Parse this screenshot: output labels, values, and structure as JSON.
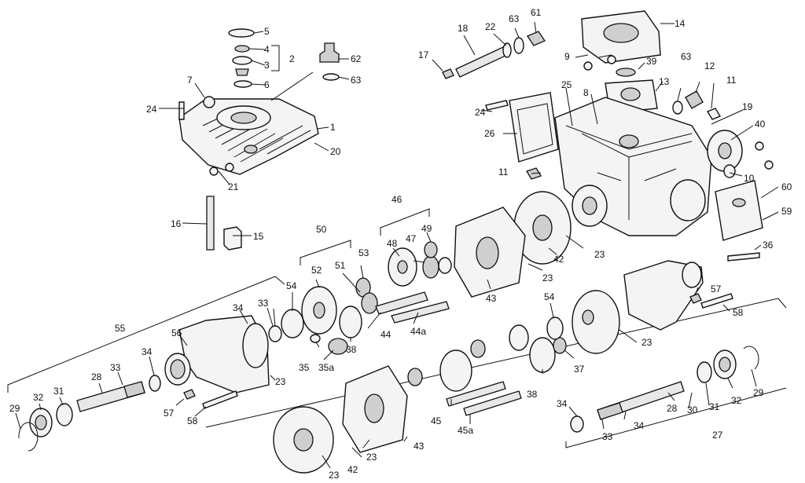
{
  "labels": [
    {
      "key": "l5",
      "text": "5"
    },
    {
      "key": "l4",
      "text": "4"
    },
    {
      "key": "l3",
      "text": "3"
    },
    {
      "key": "l2",
      "text": "2"
    },
    {
      "key": "l6",
      "text": "6"
    },
    {
      "key": "l7",
      "text": "7"
    },
    {
      "key": "l24a",
      "text": "24"
    },
    {
      "key": "l1",
      "text": "1"
    },
    {
      "key": "l20",
      "text": "20"
    },
    {
      "key": "l21",
      "text": "21"
    },
    {
      "key": "l62",
      "text": "62"
    },
    {
      "key": "l63a",
      "text": "63"
    },
    {
      "key": "l16",
      "text": "16"
    },
    {
      "key": "l15",
      "text": "15"
    },
    {
      "key": "l17",
      "text": "17"
    },
    {
      "key": "l18",
      "text": "18"
    },
    {
      "key": "l22",
      "text": "22"
    },
    {
      "key": "l63b",
      "text": "63"
    },
    {
      "key": "l61",
      "text": "61"
    },
    {
      "key": "l14",
      "text": "14"
    },
    {
      "key": "l9",
      "text": "9"
    },
    {
      "key": "l39",
      "text": "39"
    },
    {
      "key": "l63c",
      "text": "63"
    },
    {
      "key": "l12",
      "text": "12"
    },
    {
      "key": "l13",
      "text": "13"
    },
    {
      "key": "l25",
      "text": "25"
    },
    {
      "key": "l8",
      "text": "8"
    },
    {
      "key": "l11a",
      "text": "11"
    },
    {
      "key": "l24b",
      "text": "24"
    },
    {
      "key": "l26",
      "text": "26"
    },
    {
      "key": "l19",
      "text": "19"
    },
    {
      "key": "l40",
      "text": "40"
    },
    {
      "key": "l11b",
      "text": "11"
    },
    {
      "key": "l10",
      "text": "10"
    },
    {
      "key": "l60",
      "text": "60"
    },
    {
      "key": "l59",
      "text": "59"
    },
    {
      "key": "l36",
      "text": "36"
    },
    {
      "key": "l46",
      "text": "46"
    },
    {
      "key": "l49",
      "text": "49"
    },
    {
      "key": "l48",
      "text": "48"
    },
    {
      "key": "l47",
      "text": "47"
    },
    {
      "key": "l50",
      "text": "50"
    },
    {
      "key": "l53",
      "text": "53"
    },
    {
      "key": "l52",
      "text": "52"
    },
    {
      "key": "l51",
      "text": "51"
    },
    {
      "key": "l54a",
      "text": "54"
    },
    {
      "key": "l23a",
      "text": "23"
    },
    {
      "key": "l42a",
      "text": "42"
    },
    {
      "key": "l23b",
      "text": "23"
    },
    {
      "key": "l43a",
      "text": "43"
    },
    {
      "key": "l44",
      "text": "44"
    },
    {
      "key": "l44a",
      "text": "44a"
    },
    {
      "key": "l55",
      "text": "55"
    },
    {
      "key": "l34a",
      "text": "34"
    },
    {
      "key": "l33a",
      "text": "33"
    },
    {
      "key": "l38a",
      "text": "38"
    },
    {
      "key": "l35",
      "text": "35"
    },
    {
      "key": "l35a",
      "text": "35a"
    },
    {
      "key": "l56",
      "text": "56"
    },
    {
      "key": "l34b",
      "text": "34"
    },
    {
      "key": "l23c",
      "text": "23"
    },
    {
      "key": "l28a",
      "text": "28"
    },
    {
      "key": "l33b",
      "text": "33"
    },
    {
      "key": "l31a",
      "text": "31"
    },
    {
      "key": "l32a",
      "text": "32"
    },
    {
      "key": "l29a",
      "text": "29"
    },
    {
      "key": "l57a",
      "text": "57"
    },
    {
      "key": "l58a",
      "text": "58"
    },
    {
      "key": "l54b",
      "text": "54"
    },
    {
      "key": "l57b",
      "text": "57"
    },
    {
      "key": "l58b",
      "text": "58"
    },
    {
      "key": "l23d",
      "text": "23"
    },
    {
      "key": "l37",
      "text": "37"
    },
    {
      "key": "l38b",
      "text": "38"
    },
    {
      "key": "l45",
      "text": "45"
    },
    {
      "key": "l45a",
      "text": "45a"
    },
    {
      "key": "l43b",
      "text": "43"
    },
    {
      "key": "l23e",
      "text": "23"
    },
    {
      "key": "l42b",
      "text": "42"
    },
    {
      "key": "l23f",
      "text": "23"
    },
    {
      "key": "l34c",
      "text": "34"
    },
    {
      "key": "l33c",
      "text": "33"
    },
    {
      "key": "l34d",
      "text": "34"
    },
    {
      "key": "l28b",
      "text": "28"
    },
    {
      "key": "l30",
      "text": "30"
    },
    {
      "key": "l31b",
      "text": "31"
    },
    {
      "key": "l32b",
      "text": "32"
    },
    {
      "key": "l29b",
      "text": "29"
    },
    {
      "key": "l27",
      "text": "27"
    }
  ]
}
